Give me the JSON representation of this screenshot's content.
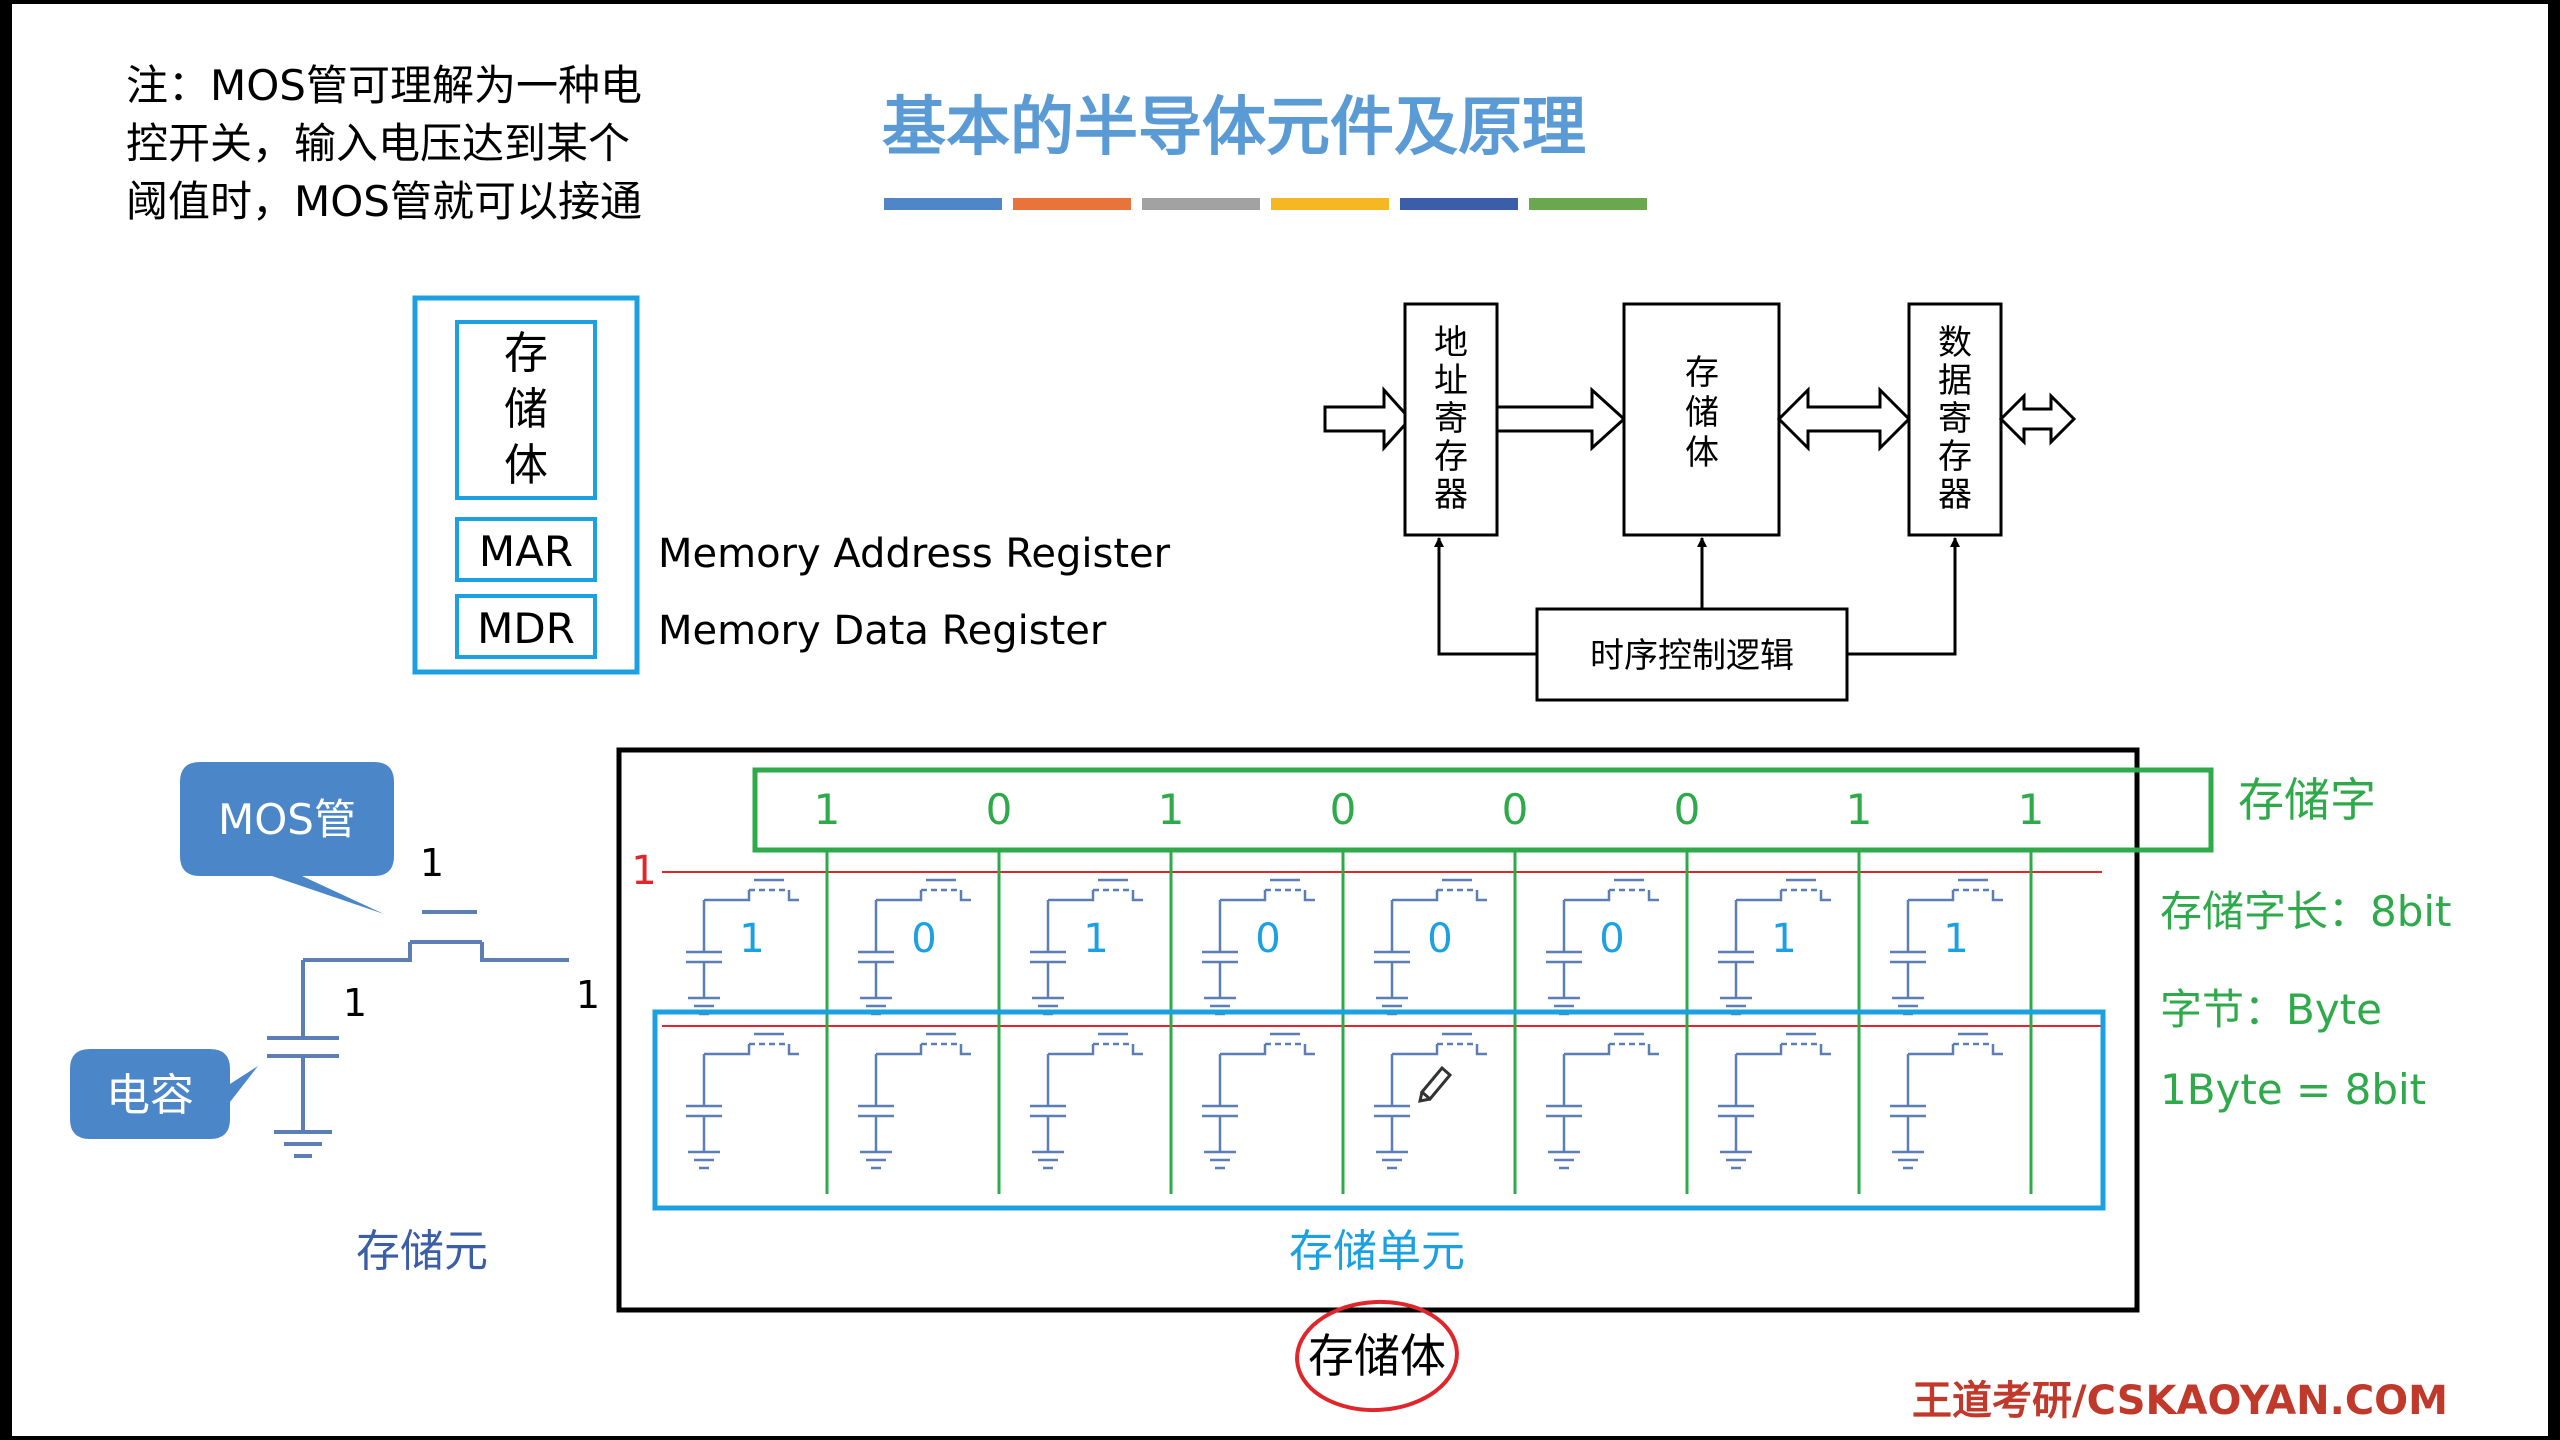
{
  "note": {
    "lines": [
      "注：MOS管可理解为一种电",
      "控开关，输入电压达到某个",
      "阈值时，MOS管就可以接通"
    ]
  },
  "title": "基本的半导体元件及原理",
  "title_bar_colors": [
    "#4e86c8",
    "#e8743b",
    "#a2a2a2",
    "#f5b822",
    "#3b5ea8",
    "#6aa84f"
  ],
  "legend_box": {
    "storage_chars": [
      "存",
      "储",
      "体"
    ],
    "mar_label": "MAR",
    "mdr_label": "MDR",
    "mar_desc": "Memory Address Register",
    "mdr_desc": "Memory Data Register"
  },
  "block_diagram": {
    "addr_reg_chars": [
      "地",
      "址",
      "寄",
      "存",
      "器"
    ],
    "storage_chars": [
      "存",
      "储",
      "体"
    ],
    "data_reg_chars": [
      "数",
      "据",
      "寄",
      "存",
      "器"
    ],
    "timing_label": "时序控制逻辑"
  },
  "cell": {
    "mos_callout": "MOS管",
    "cap_callout": "电容",
    "gate_value": "1",
    "source_value": "1",
    "drain_value": "1",
    "caption": "存储元"
  },
  "array": {
    "word_bits": [
      "1",
      "0",
      "1",
      "0",
      "0",
      "0",
      "1",
      "1"
    ],
    "row1_bits": [
      "1",
      "0",
      "1",
      "0",
      "0",
      "0",
      "1",
      "1"
    ],
    "row_select_value": "1",
    "word_label": "存储字",
    "unit_label": "存储单元",
    "body_label": "存储体"
  },
  "side_notes": {
    "word_length": "存储字长：8bit",
    "byte": "字节：Byte",
    "byte_def": "1Byte = 8bit"
  },
  "watermark": "王道考研/CSKAOYAN.COM",
  "colors": {
    "title_blue": "#5b9bd5",
    "legend_blue": "#1ba1e2",
    "green": "#2eaa4a",
    "red": "#e0252b",
    "cell_blue": "#5b7fb5",
    "callout_fill": "#4a86c8",
    "watermark_red": "#c0392b"
  }
}
